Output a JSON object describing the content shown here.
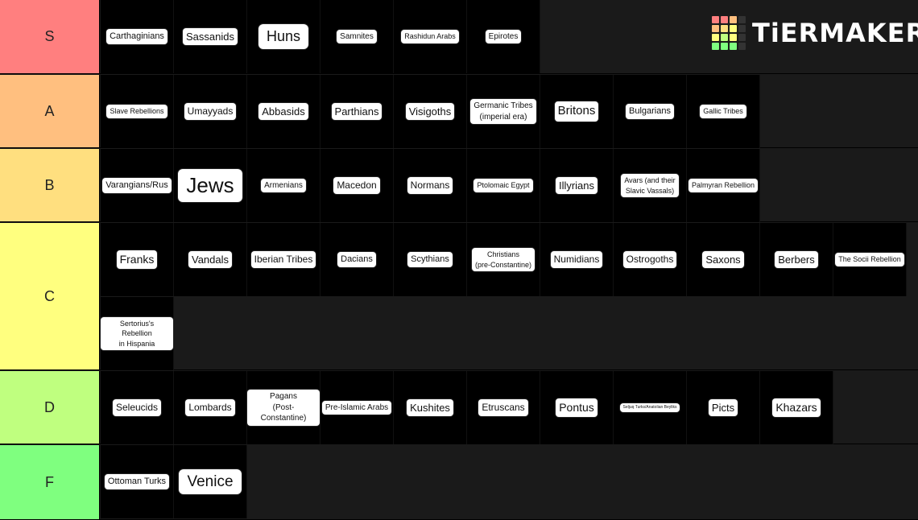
{
  "logo": {
    "text": "TiERMAKER",
    "grid_colors": [
      "#ff7f7f",
      "#ff7f7f",
      "#ffbf7f",
      "#333333",
      "#ffbf7f",
      "#ffdf7f",
      "#ffff7f",
      "#333333",
      "#ffff7f",
      "#bfff7f",
      "#ffff7f",
      "#333333",
      "#7fff7f",
      "#7fff7f",
      "#7fff7f",
      "#333333"
    ],
    "icon": "tiermaker-logo-grid-icon"
  },
  "tiers": [
    {
      "label": "S",
      "color": "#ff7f7f",
      "items": [
        {
          "text": "Carthaginians",
          "size": 11
        },
        {
          "text": "Sassanids",
          "size": 13
        },
        {
          "text": "Huns",
          "size": 18
        },
        {
          "text": "Samnites",
          "size": 10
        },
        {
          "text": "Rashidun Arabs",
          "size": 9
        },
        {
          "text": "Epirotes",
          "size": 10
        }
      ]
    },
    {
      "label": "A",
      "color": "#ffbf7f",
      "items": [
        {
          "text": "Slave Rebellions",
          "size": 9
        },
        {
          "text": "Umayyads",
          "size": 12
        },
        {
          "text": "Abbasids",
          "size": 13
        },
        {
          "text": "Parthians",
          "size": 13
        },
        {
          "text": "Visigoths",
          "size": 13
        },
        {
          "text": "Germanic Tribes\n(imperial era)",
          "size": 10
        },
        {
          "text": "Britons",
          "size": 15
        },
        {
          "text": "Bulgarians",
          "size": 11
        },
        {
          "text": "Gallic Tribes",
          "size": 9
        }
      ]
    },
    {
      "label": "B",
      "color": "#ffdf7f",
      "items": [
        {
          "text": "Varangians/Rus",
          "size": 11
        },
        {
          "text": "Jews",
          "size": 26
        },
        {
          "text": "Armenians",
          "size": 10
        },
        {
          "text": "Macedon",
          "size": 12
        },
        {
          "text": "Normans",
          "size": 12
        },
        {
          "text": "Ptolomaic Egypt",
          "size": 9
        },
        {
          "text": "Illyrians",
          "size": 13
        },
        {
          "text": "Avars (and their\nSlavic Vassals)",
          "size": 9
        },
        {
          "text": "Palmyran Rebellion",
          "size": 9
        }
      ]
    },
    {
      "label": "C",
      "color": "#ffff7f",
      "items": [
        {
          "text": "Franks",
          "size": 14
        },
        {
          "text": "Vandals",
          "size": 13
        },
        {
          "text": "Iberian Tribes",
          "size": 12
        },
        {
          "text": "Dacians",
          "size": 11
        },
        {
          "text": "Scythians",
          "size": 11
        },
        {
          "text": "Christians\n(pre-Constantine)",
          "size": 9
        },
        {
          "text": "Numidians",
          "size": 12
        },
        {
          "text": "Ostrogoths",
          "size": 12
        },
        {
          "text": "Saxons",
          "size": 13
        },
        {
          "text": "Berbers",
          "size": 13
        },
        {
          "text": "The Socii Rebellion",
          "size": 9
        },
        {
          "text": "Sertorius's Rebellion\nin Hispania",
          "size": 9
        }
      ]
    },
    {
      "label": "D",
      "color": "#bfff7f",
      "items": [
        {
          "text": "Seleucids",
          "size": 12
        },
        {
          "text": "Lombards",
          "size": 12
        },
        {
          "text": "Pagans\n(Post-Constantine)",
          "size": 10
        },
        {
          "text": "Pre-Islamic Arabs",
          "size": 10
        },
        {
          "text": "Kushites",
          "size": 13
        },
        {
          "text": "Etruscans",
          "size": 12
        },
        {
          "text": "Pontus",
          "size": 14
        },
        {
          "text": "Seljuq Turks/Anatolian Beyliks",
          "size": 5
        },
        {
          "text": "Picts",
          "size": 13
        },
        {
          "text": "Khazars",
          "size": 14
        }
      ]
    },
    {
      "label": "F",
      "color": "#7fff7f",
      "items": [
        {
          "text": "Ottoman Turks",
          "size": 11
        },
        {
          "text": "Venice",
          "size": 19
        }
      ]
    }
  ]
}
